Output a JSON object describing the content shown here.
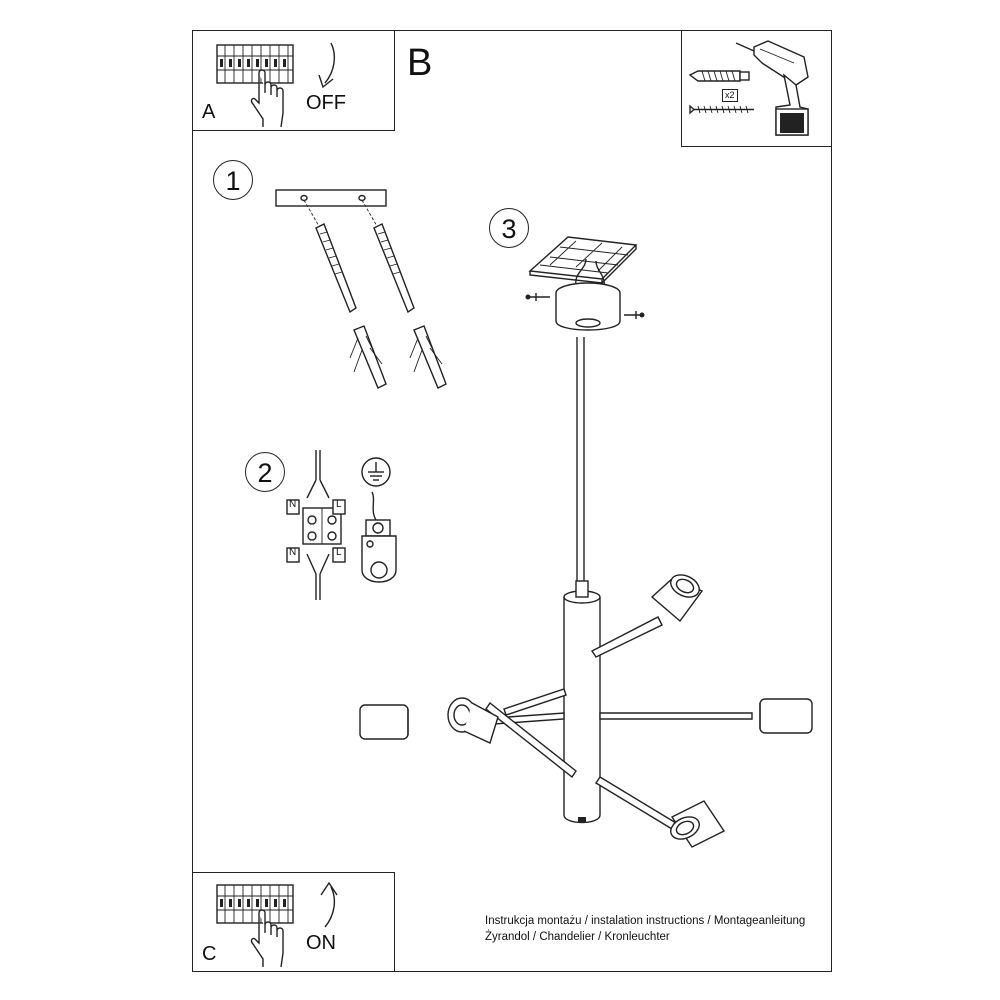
{
  "panels": {
    "a": {
      "letter": "A",
      "action": "OFF"
    },
    "b": {
      "letter": "B"
    },
    "c": {
      "letter": "C",
      "action": "ON"
    }
  },
  "steps": [
    "1",
    "2",
    "3"
  ],
  "wiring": {
    "neutral": "N",
    "live": "L"
  },
  "tools": {
    "multiplier": "x2"
  },
  "caption": {
    "line1": "Instrukcja montażu / instalation instructions / Montageanleitung",
    "line2": "Żyrandol / Chandelier / Kronleuchter"
  },
  "colors": {
    "line": "#222222",
    "background": "#ffffff"
  },
  "icons": [
    "switch-panel-icon",
    "hand-icon",
    "curved-arrow-icon",
    "drill-icon",
    "wall-plug-icon",
    "screw-icon",
    "earth-symbol-icon",
    "terminal-block-icon",
    "chandelier-drawing"
  ]
}
